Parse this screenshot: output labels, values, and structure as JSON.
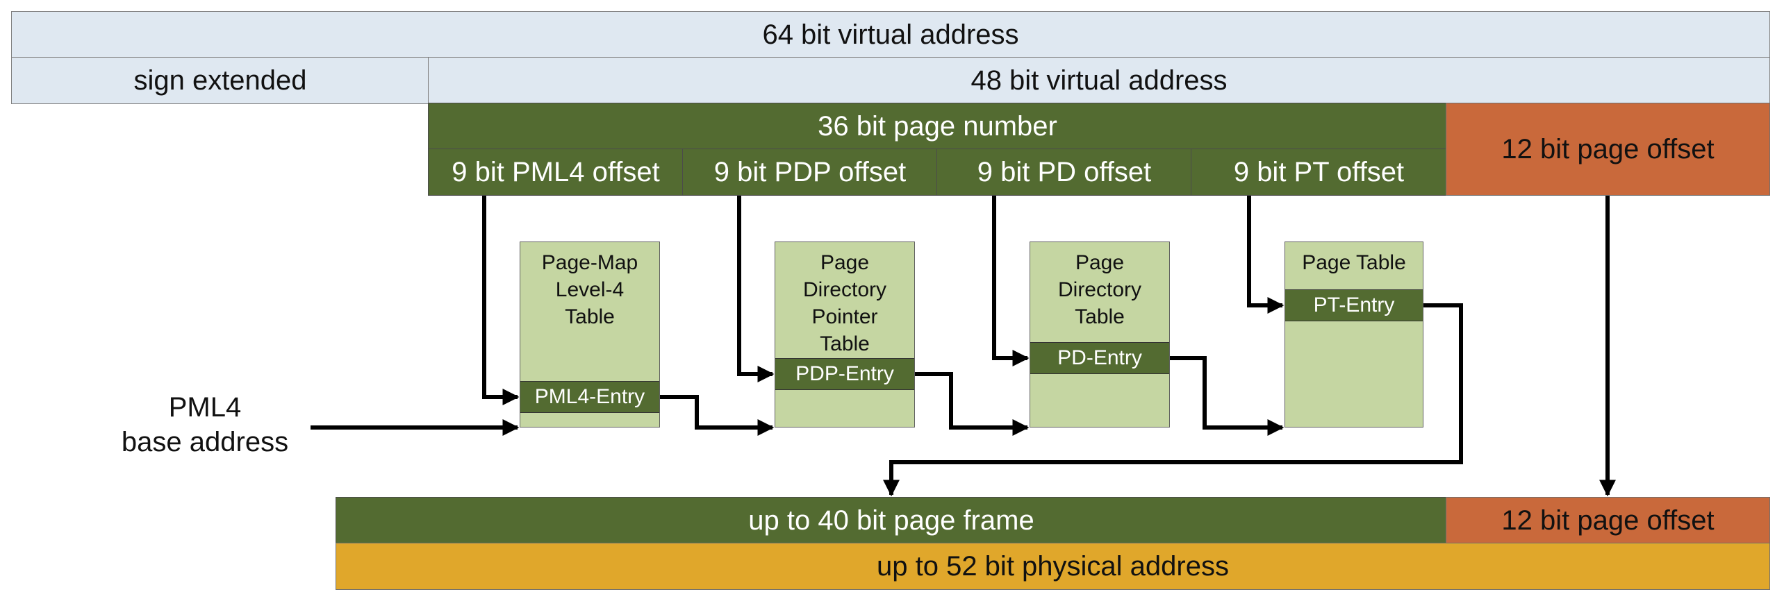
{
  "virtual_address": {
    "full_label": "64 bit virtual address",
    "sign_label": "sign extended",
    "va48_label": "48 bit virtual address",
    "page_number_label": "36 bit page number",
    "pml4_offset_label": "9 bit PML4 offset",
    "pdp_offset_label": "9 bit PDP offset",
    "pd_offset_label": "9 bit PD offset",
    "pt_offset_label": "9 bit PT offset",
    "page_offset_label": "12 bit page offset"
  },
  "tables": {
    "pml4": {
      "title": "Page-Map\nLevel-4\nTable",
      "entry": "PML4-Entry"
    },
    "pdp": {
      "title": "Page\nDirectory\nPointer\nTable",
      "entry": "PDP-Entry"
    },
    "pd": {
      "title": "Page\nDirectory\nTable",
      "entry": "PD-Entry"
    },
    "pt": {
      "title": "Page Table",
      "entry": "PT-Entry"
    }
  },
  "pml4_base_label": "PML4\nbase address",
  "physical_address": {
    "frame_label": "up to 40 bit page frame",
    "offset_label": "12 bit page offset",
    "full_label": "up to 52 bit physical address"
  },
  "colors": {
    "virtual_address_fill": "#dfe8f1",
    "dark_green": "#536b31",
    "light_green": "#c5d6a2",
    "orange": "#c9693b",
    "gold": "#e0a72b",
    "arrow": "#000000"
  }
}
